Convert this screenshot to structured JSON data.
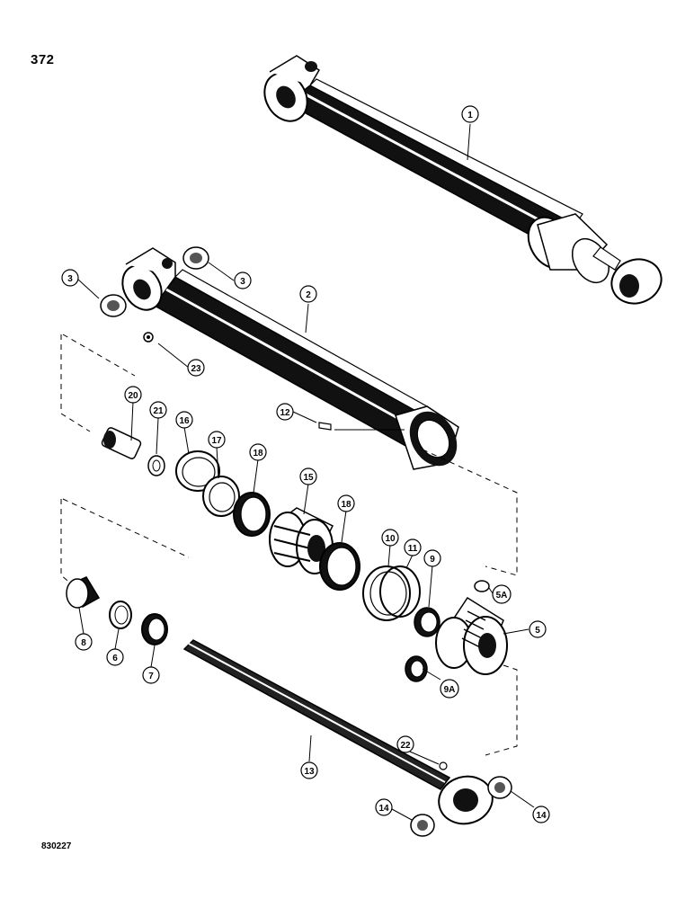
{
  "page_number": "372",
  "figure_code": "830227",
  "callouts": {
    "c1": "1",
    "c2": "2",
    "c3a": "3",
    "c3b": "3",
    "c5": "5",
    "c5a": "5A",
    "c6": "6",
    "c7": "7",
    "c8": "8",
    "c9": "9",
    "c9a": "9A",
    "c10": "10",
    "c11": "11",
    "c12": "12",
    "c13": "13",
    "c14a": "14",
    "c14b": "14",
    "c15": "15",
    "c16": "16",
    "c17": "17",
    "c18a": "18",
    "c18b": "18",
    "c20": "20",
    "c21": "21",
    "c22": "22",
    "c23": "23"
  }
}
